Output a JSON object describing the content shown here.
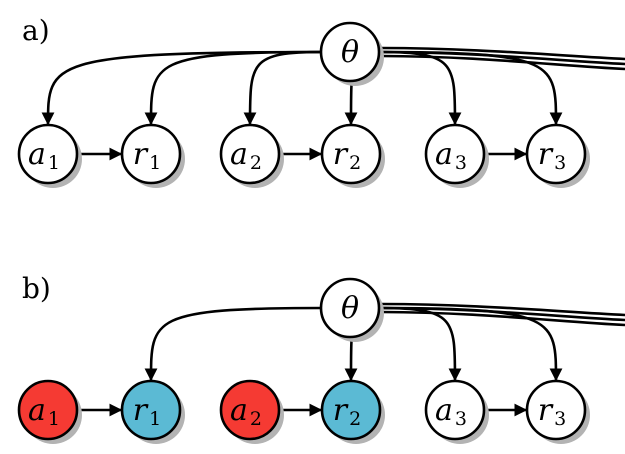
{
  "colors": {
    "default_fill": "#ffffff",
    "observed_action": "#f53a33",
    "observed_reward": "#5bbad4",
    "stroke": "#000000",
    "shadow": "#b3b3b3"
  },
  "panels": [
    {
      "label": "a)",
      "nodes": [
        {
          "id": "theta",
          "symbol": "θ",
          "sub": "",
          "state": "default"
        },
        {
          "id": "a1",
          "symbol": "a",
          "sub": "1",
          "state": "default"
        },
        {
          "id": "r1",
          "symbol": "r",
          "sub": "1",
          "state": "default"
        },
        {
          "id": "a2",
          "symbol": "a",
          "sub": "2",
          "state": "default"
        },
        {
          "id": "r2",
          "symbol": "r",
          "sub": "2",
          "state": "default"
        },
        {
          "id": "a3",
          "symbol": "a",
          "sub": "3",
          "state": "default"
        },
        {
          "id": "r3",
          "symbol": "r",
          "sub": "3",
          "state": "default"
        }
      ],
      "edges": [
        {
          "from": "theta",
          "to": "a1"
        },
        {
          "from": "theta",
          "to": "r1"
        },
        {
          "from": "theta",
          "to": "a2"
        },
        {
          "from": "theta",
          "to": "r2"
        },
        {
          "from": "theta",
          "to": "a3"
        },
        {
          "from": "theta",
          "to": "r3"
        },
        {
          "from": "a1",
          "to": "r1"
        },
        {
          "from": "a2",
          "to": "r2"
        },
        {
          "from": "a3",
          "to": "r3"
        }
      ]
    },
    {
      "label": "b)",
      "nodes": [
        {
          "id": "theta",
          "symbol": "θ",
          "sub": "",
          "state": "default"
        },
        {
          "id": "a1",
          "symbol": "a",
          "sub": "1",
          "state": "observed_action"
        },
        {
          "id": "r1",
          "symbol": "r",
          "sub": "1",
          "state": "observed_reward"
        },
        {
          "id": "a2",
          "symbol": "a",
          "sub": "2",
          "state": "observed_action"
        },
        {
          "id": "r2",
          "symbol": "r",
          "sub": "2",
          "state": "observed_reward"
        },
        {
          "id": "a3",
          "symbol": "a",
          "sub": "3",
          "state": "default"
        },
        {
          "id": "r3",
          "symbol": "r",
          "sub": "3",
          "state": "default"
        }
      ],
      "edges": [
        {
          "from": "theta",
          "to": "r1"
        },
        {
          "from": "theta",
          "to": "r2"
        },
        {
          "from": "theta",
          "to": "a3"
        },
        {
          "from": "theta",
          "to": "r3"
        },
        {
          "from": "a1",
          "to": "r1"
        },
        {
          "from": "a2",
          "to": "r2"
        },
        {
          "from": "a3",
          "to": "r3"
        }
      ]
    }
  ]
}
